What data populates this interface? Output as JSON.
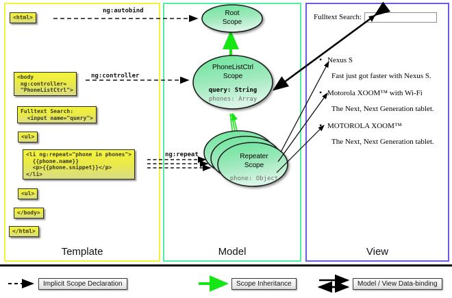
{
  "panels": [
    {
      "key": "template",
      "label": "Template",
      "border_color": "#f2f23a"
    },
    {
      "key": "model",
      "label": "Model",
      "border_color": "#4ff0a0"
    },
    {
      "key": "view",
      "label": "View",
      "border_color": "#6a5ae8"
    }
  ],
  "template": {
    "boxes": [
      {
        "name": "html-open",
        "text": "<html>"
      },
      {
        "name": "body-controller",
        "text": "<body\n ng:controller=\n \"PhoneListCtrl\">"
      },
      {
        "name": "fulltext-search",
        "text": "Fulltext Search:\n  <input name=\"query\">"
      },
      {
        "name": "ul-open",
        "text": "<ul>"
      },
      {
        "name": "li-repeat",
        "text": "<li ng:repeat=\"phone in phones\">\n  {{phone.name}}\n  <p>{{phone.snippet}}</p>\n</li>"
      },
      {
        "name": "ul-close",
        "text": "<ul>"
      },
      {
        "name": "body-close",
        "text": "</body>"
      },
      {
        "name": "html-close",
        "text": "</html>"
      }
    ]
  },
  "model": {
    "scopes": [
      {
        "name": "root-scope",
        "title_line1": "Root",
        "title_line2": "Scope",
        "properties": []
      },
      {
        "name": "phonelistctrl-scope",
        "title_line1": "PhoneListCtrl",
        "title_line2": "Scope",
        "properties": [
          {
            "text": "query: String",
            "style": "bold"
          },
          {
            "text": "phones: Array",
            "style": "gray"
          }
        ]
      },
      {
        "name": "repeater-scope",
        "title_line1": "Repeater",
        "title_line2": "Scope",
        "properties": [
          {
            "text": "phone: Object",
            "style": "gray"
          }
        ]
      }
    ]
  },
  "connectors": [
    {
      "name": "ng-autobind-label",
      "label": "ng:autobind"
    },
    {
      "name": "ng-controller-label",
      "label": "ng:controller"
    },
    {
      "name": "ng-repeat-label",
      "label": "ng:repeat"
    }
  ],
  "view": {
    "search_label": "Fulltext Search:",
    "search_value": "",
    "search_placeholder": "",
    "phones": [
      {
        "name": "Nexus S",
        "snippet": "Fast just got faster with Nexus S."
      },
      {
        "name": "Motorola XOOM™  with Wi-Fi",
        "snippet": "The Next, Next Generation tablet."
      },
      {
        "name": "MOTOROLA XOOM™",
        "snippet": "The Next, Next Generation tablet."
      }
    ]
  },
  "legend": [
    {
      "name": "implicit-scope-declaration",
      "label": "Implicit Scope Declaration",
      "arrow": "dashed"
    },
    {
      "name": "scope-inheritance",
      "label": "Scope Inheritance",
      "arrow": "green"
    },
    {
      "name": "model-view-data-binding",
      "label": "Model / View Data-binding",
      "arrow": "bidirectional"
    }
  ],
  "colors": {
    "template_border": "#f2f23a",
    "model_border": "#4ff0a0",
    "view_border": "#6a5ae8",
    "inheritance_green": "#16e616",
    "code_yellow": "#f0f03c"
  }
}
